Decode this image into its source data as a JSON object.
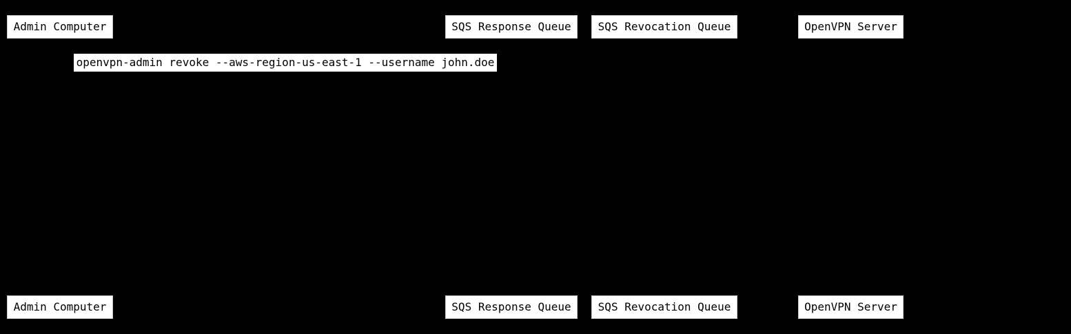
{
  "diagram": {
    "type": "sequence",
    "background": "#000000",
    "actors": [
      {
        "id": "admin-computer",
        "label": "Admin Computer"
      },
      {
        "id": "sqs-response-queue",
        "label": "SQS Response Queue"
      },
      {
        "id": "sqs-revocation-queue",
        "label": "SQS Revocation Queue"
      },
      {
        "id": "openvpn-server",
        "label": "OpenVPN Server"
      }
    ],
    "message": {
      "text": "openvpn-admin revoke --aws-region-us-east-1 --username john.doe"
    }
  },
  "colors": {
    "background": "#000000",
    "actor_box_fill": "#ffffff",
    "actor_box_border": "#c9c9c9",
    "actor_text": "#000000",
    "message_box_fill": "#ffffff",
    "message_text": "#000000"
  }
}
